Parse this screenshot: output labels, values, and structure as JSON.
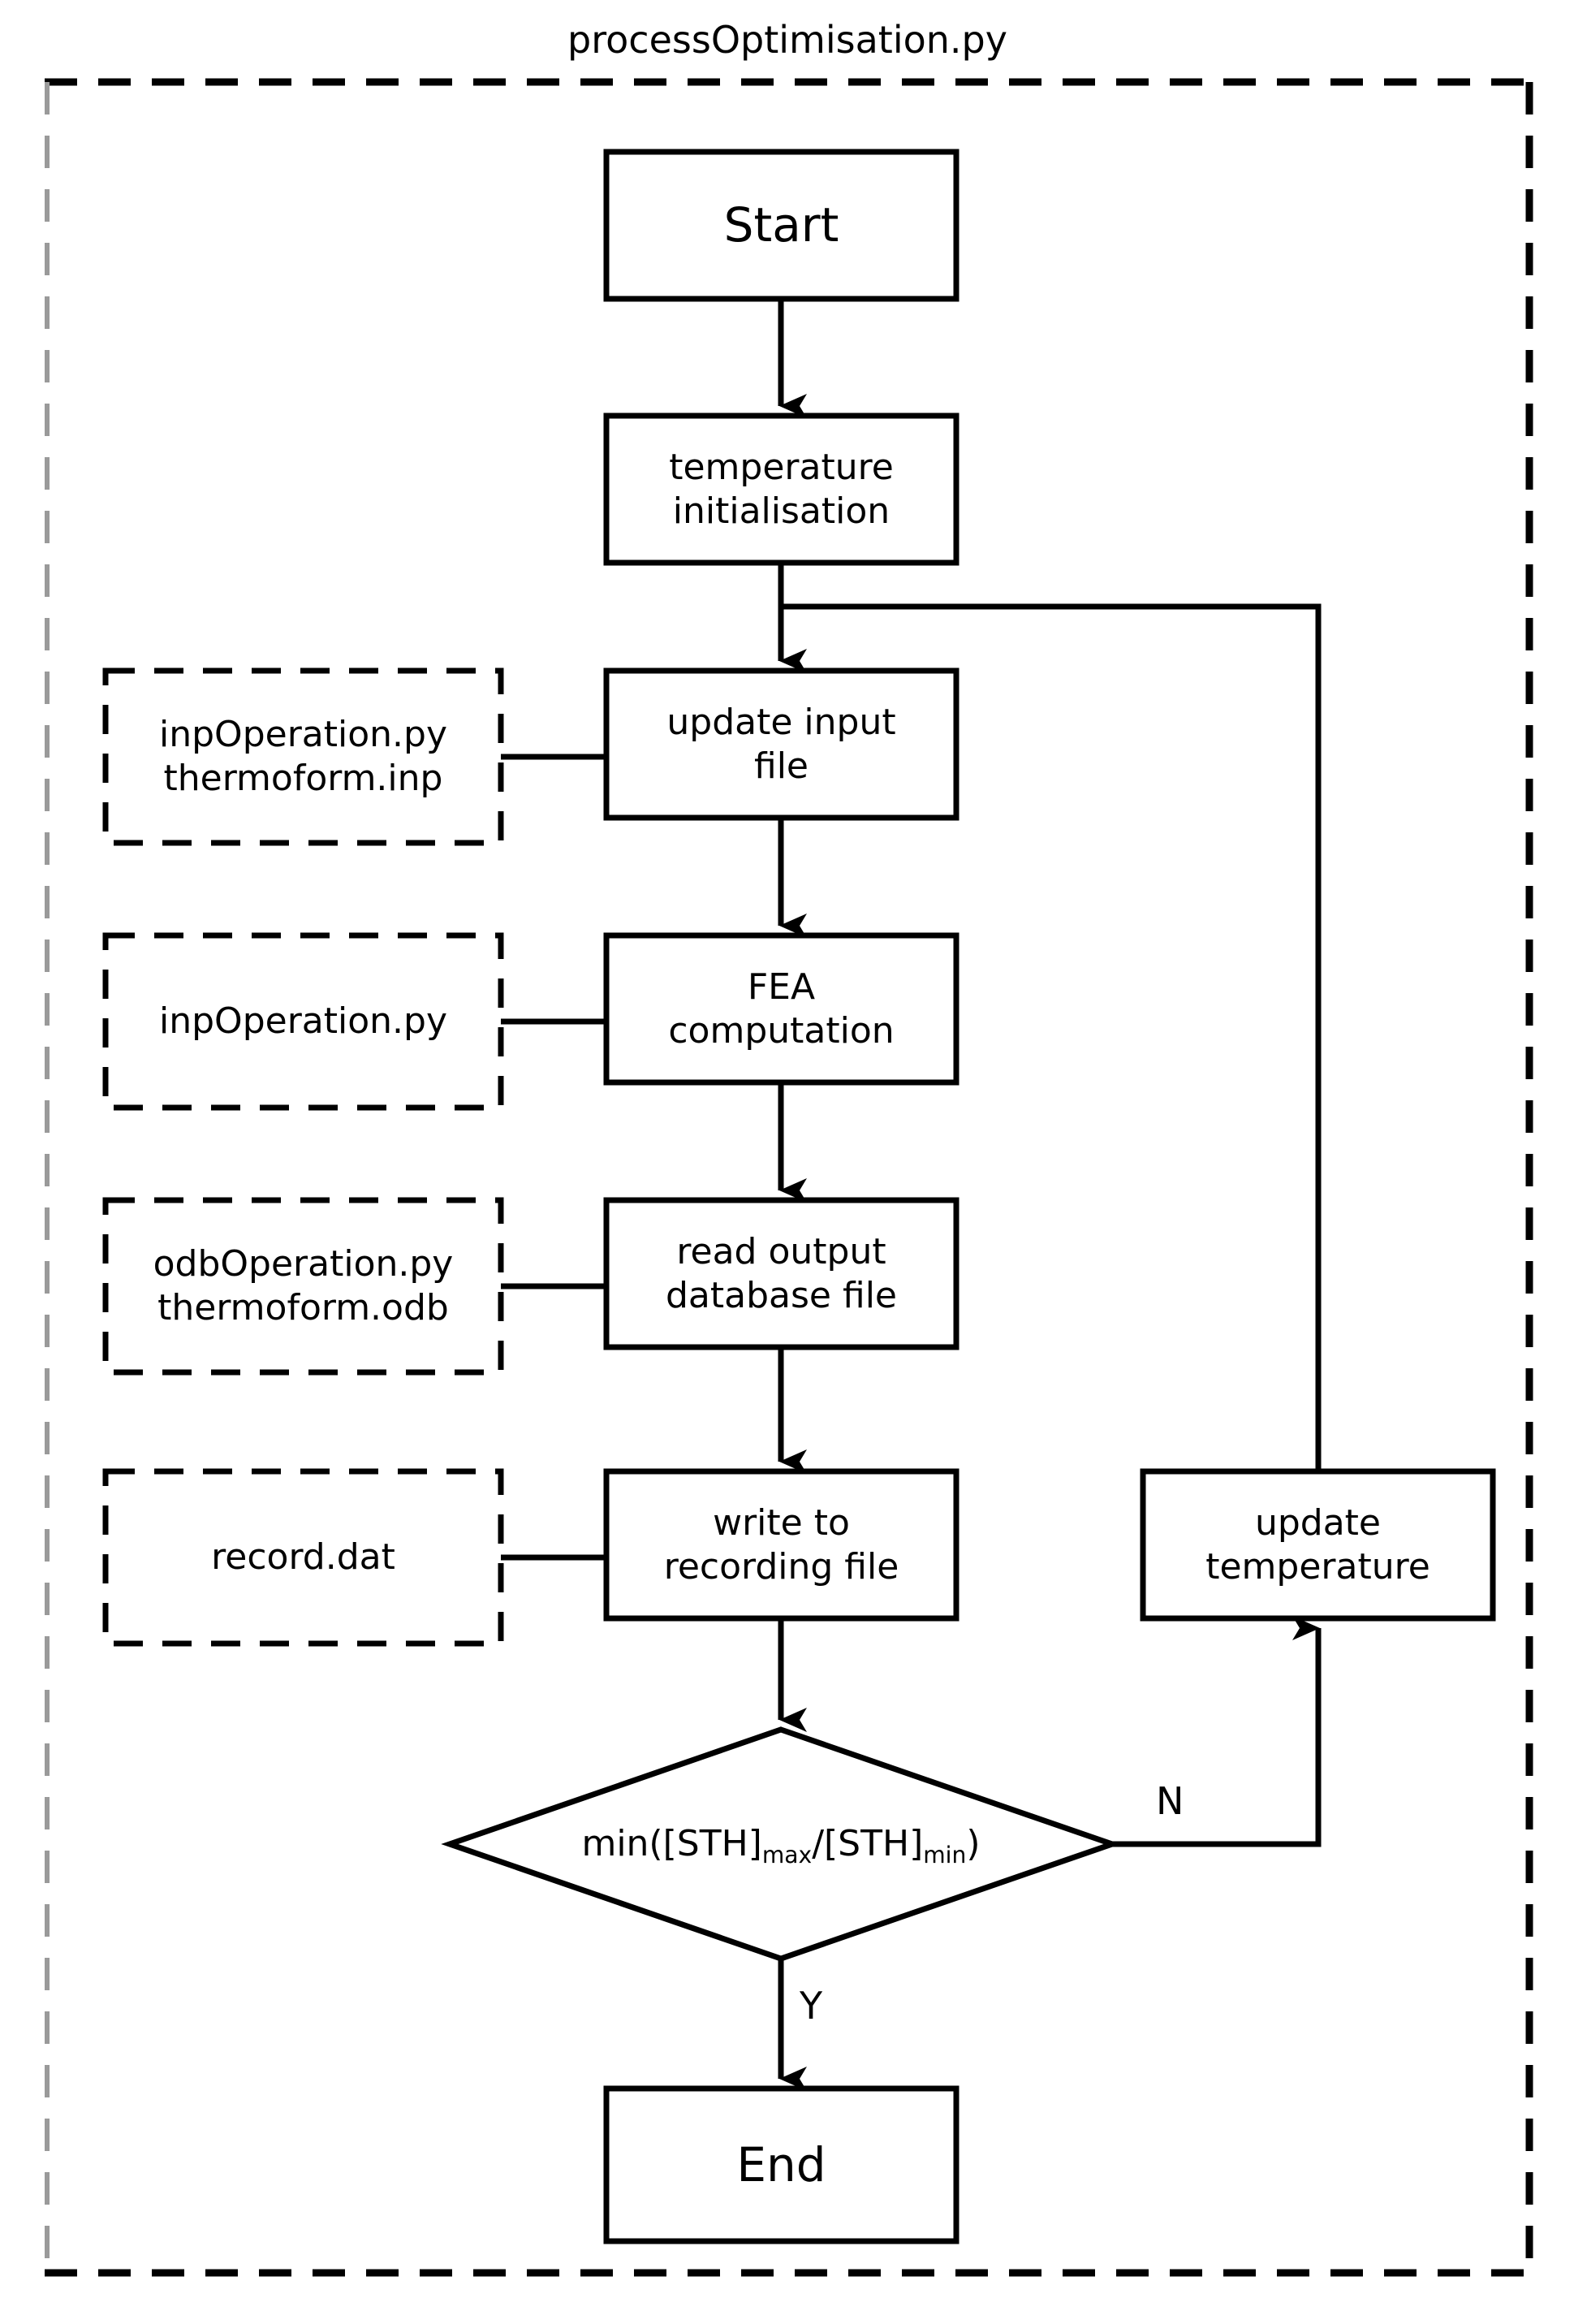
{
  "title": "processOptimisation.py",
  "colors": {
    "stroke": "#000000",
    "outer_border": "#000000",
    "outer_border_light": "#9a9a9a",
    "background": "#ffffff",
    "text": "#000000"
  },
  "outer_container": {
    "label": "processOptimisation.py",
    "style": "dashed"
  },
  "nodes": [
    {
      "id": "start",
      "type": "terminal",
      "label": "Start"
    },
    {
      "id": "tempinit",
      "type": "process",
      "label": "temperature\ninitialisation"
    },
    {
      "id": "updateinput",
      "type": "process",
      "label": "update input\nfile"
    },
    {
      "id": "fea",
      "type": "process",
      "label": "FEA\ncomputation"
    },
    {
      "id": "readodb",
      "type": "process",
      "label": "read output\ndatabase file"
    },
    {
      "id": "writerec",
      "type": "process",
      "label": "write to\nrecording file"
    },
    {
      "id": "updatetemp",
      "type": "process",
      "label": "update\ntemperature"
    },
    {
      "id": "end",
      "type": "terminal",
      "label": "End"
    }
  ],
  "decision": {
    "id": "decision",
    "type": "decision",
    "text_prefix": "min([STH]",
    "sub_max": "max",
    "text_middle": "/[STH]",
    "sub_min": "min",
    "text_suffix": ")",
    "plain": "min([STH]max/[STH]min)"
  },
  "file_boxes": [
    {
      "id": "files-updateinput",
      "label": "inpOperation.py\nthermoform.inp",
      "attached_to": "updateinput"
    },
    {
      "id": "files-fea",
      "label": "inpOperation.py",
      "attached_to": "fea"
    },
    {
      "id": "files-readodb",
      "label": "odbOperation.py\nthermoform.odb",
      "attached_to": "readodb"
    },
    {
      "id": "files-writerec",
      "label": "record.dat",
      "attached_to": "writerec"
    }
  ],
  "edges": [
    {
      "from": "start",
      "to": "tempinit",
      "label": ""
    },
    {
      "from": "tempinit",
      "to": "updateinput",
      "label": ""
    },
    {
      "from": "updateinput",
      "to": "fea",
      "label": ""
    },
    {
      "from": "fea",
      "to": "readodb",
      "label": ""
    },
    {
      "from": "readodb",
      "to": "writerec",
      "label": ""
    },
    {
      "from": "writerec",
      "to": "decision",
      "label": ""
    },
    {
      "from": "decision",
      "to": "updatetemp",
      "label": "N"
    },
    {
      "from": "decision",
      "to": "end",
      "label": "Y"
    },
    {
      "from": "updatetemp",
      "to": "updateinput",
      "label": ""
    }
  ],
  "branch_labels": {
    "no": "N",
    "yes": "Y"
  }
}
